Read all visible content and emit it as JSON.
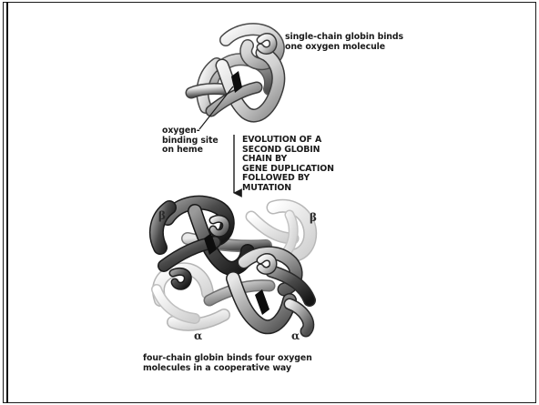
{
  "labels": {
    "single_chain": "single-chain globin binds\none oxygen molecule",
    "binding_site": "oxygen-\nbinding site\non heme",
    "evolution": "EVOLUTION OF A\nSECOND GLOBIN\nCHAIN BY\nGENE DUPLICATION\nFOLLOWED BY\nMUTATION",
    "four_chain": "four-chain globin binds four oxygen\nmolecules in a  cooperative way"
  },
  "subunits": {
    "beta_left": "β",
    "beta_right": "β",
    "alpha_left": "α",
    "alpha_right": "α"
  },
  "colors": {
    "tube_light": "#f0f0f0",
    "tube_mid": "#a9a9a9",
    "tube_dark": "#3a3a3a",
    "heme": "#0d0d0d",
    "text": "#1a1a1a"
  }
}
